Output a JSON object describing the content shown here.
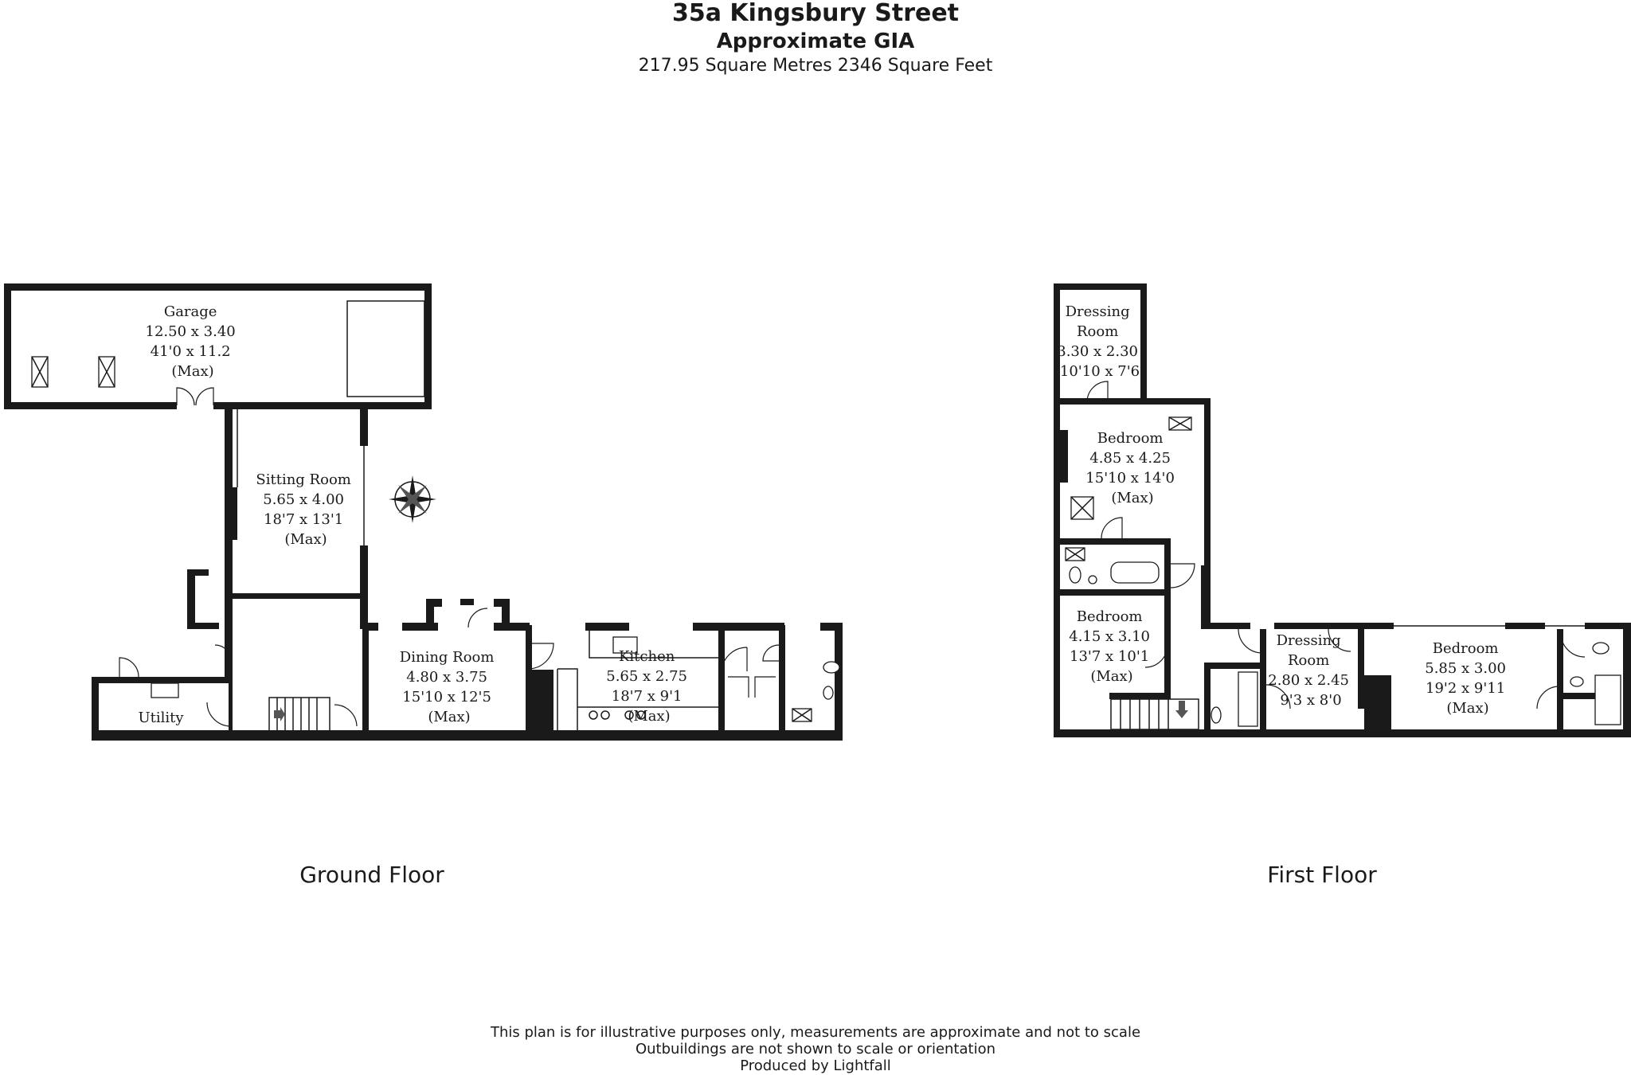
{
  "header": {
    "address": "35a Kingsbury Street",
    "subtitle": "Approximate GIA",
    "area": "217.95 Square Metres   2346 Square Feet"
  },
  "ground_floor": {
    "label": "Ground Floor",
    "rooms": [
      {
        "key": "garage",
        "lines": [
          "Garage",
          "12.50 x 3.40",
          "41'0 x 11.2",
          "(Max)"
        ]
      },
      {
        "key": "sitting_room",
        "lines": [
          "Sitting Room",
          "5.65 x 4.00",
          "18'7 x 13'1",
          "(Max)"
        ]
      },
      {
        "key": "dining_room",
        "lines": [
          "Dining Room",
          "4.80 x 3.75",
          "15'10 x 12'5",
          "(Max)"
        ]
      },
      {
        "key": "kitchen",
        "lines": [
          "Kitchen",
          "5.65 x 2.75",
          "18'7 x 9'1",
          "(Max)"
        ]
      },
      {
        "key": "utility",
        "lines": [
          "Utility"
        ]
      }
    ]
  },
  "first_floor": {
    "label": "First Floor",
    "rooms": [
      {
        "key": "dressing_room_1",
        "lines": [
          "Dressing",
          "Room",
          "3.30 x 2.30",
          "10'10 x 7'6"
        ]
      },
      {
        "key": "bedroom_1",
        "lines": [
          "Bedroom",
          "4.85 x 4.25",
          "15'10 x 14'0",
          "(Max)"
        ]
      },
      {
        "key": "bedroom_2",
        "lines": [
          "Bedroom",
          "4.15 x 3.10",
          "13'7 x 10'1",
          "(Max)"
        ]
      },
      {
        "key": "dressing_room_2",
        "lines": [
          "Dressing",
          "Room",
          "2.80 x 2.45",
          "9'3 x 8'0"
        ]
      },
      {
        "key": "bedroom_3",
        "lines": [
          "Bedroom",
          "5.85 x 3.00",
          "19'2 x 9'11",
          "(Max)"
        ]
      }
    ]
  },
  "footer": {
    "line1": "This plan is for illustrative purposes only, measurements are approximate and not to scale",
    "line2": "Outbuildings are not shown to scale or orientation",
    "line3": "Produced by Lightfall"
  },
  "icons": {
    "compass": "compass-rose-icon",
    "stairs": "staircase-icon",
    "rooflight": "rooflight-icon"
  },
  "colors": {
    "ink": "#1a1a1a",
    "paper": "#ffffff"
  }
}
